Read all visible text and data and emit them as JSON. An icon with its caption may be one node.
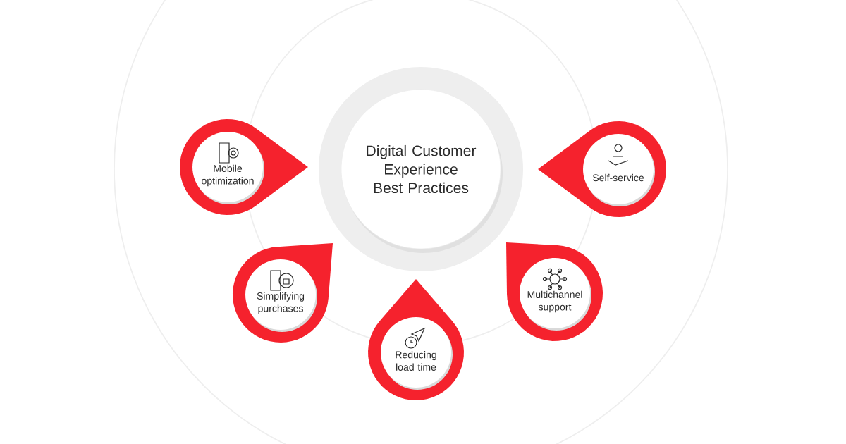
{
  "diagram": {
    "nodes": [
      {
        "text": [
          "Digital Customer Experience Best Practices"
        ]
      },
      {
        "text": [
          "Mobile optimization"
        ]
      },
      {
        "text": [
          "Self-service"
        ]
      },
      {
        "text": [
          "Simplifying purchases"
        ]
      },
      {
        "text": [
          "Reducing load time"
        ]
      },
      {
        "text": [
          "Multichannel support"
        ]
      }
    ]
  }
}
